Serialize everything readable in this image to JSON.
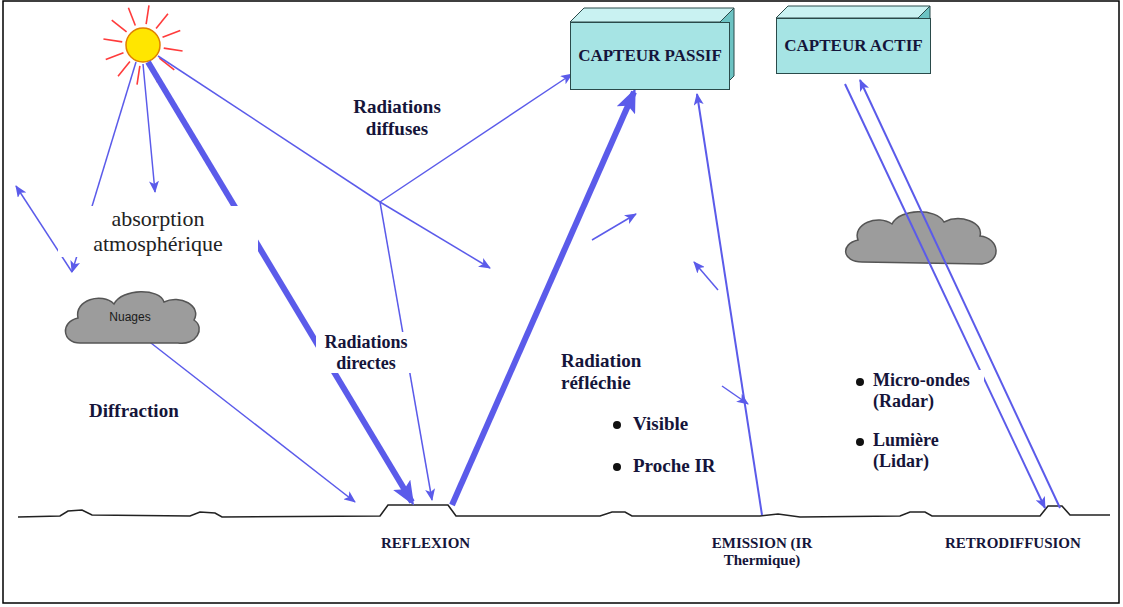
{
  "diagram": {
    "nodes": [
      {
        "text": [
          "CAPTEUR PASSIF"
        ]
      },
      {
        "text": [
          "CAPTEUR ACTIF"
        ]
      },
      {
        "text": [
          "Nuages"
        ]
      }
    ],
    "labels": [
      "Radiations diffuses",
      "absorption atmosphérique",
      "Radiations directes",
      "Diffraction",
      "Radiation réfléchie",
      "Visible",
      "Proche IR",
      "Micro-ondes (Radar)",
      "Lumière (Lidar)",
      "REFLEXION",
      "EMISSION (IR Thermique)",
      "RETRODIFFUSION"
    ]
  }
}
